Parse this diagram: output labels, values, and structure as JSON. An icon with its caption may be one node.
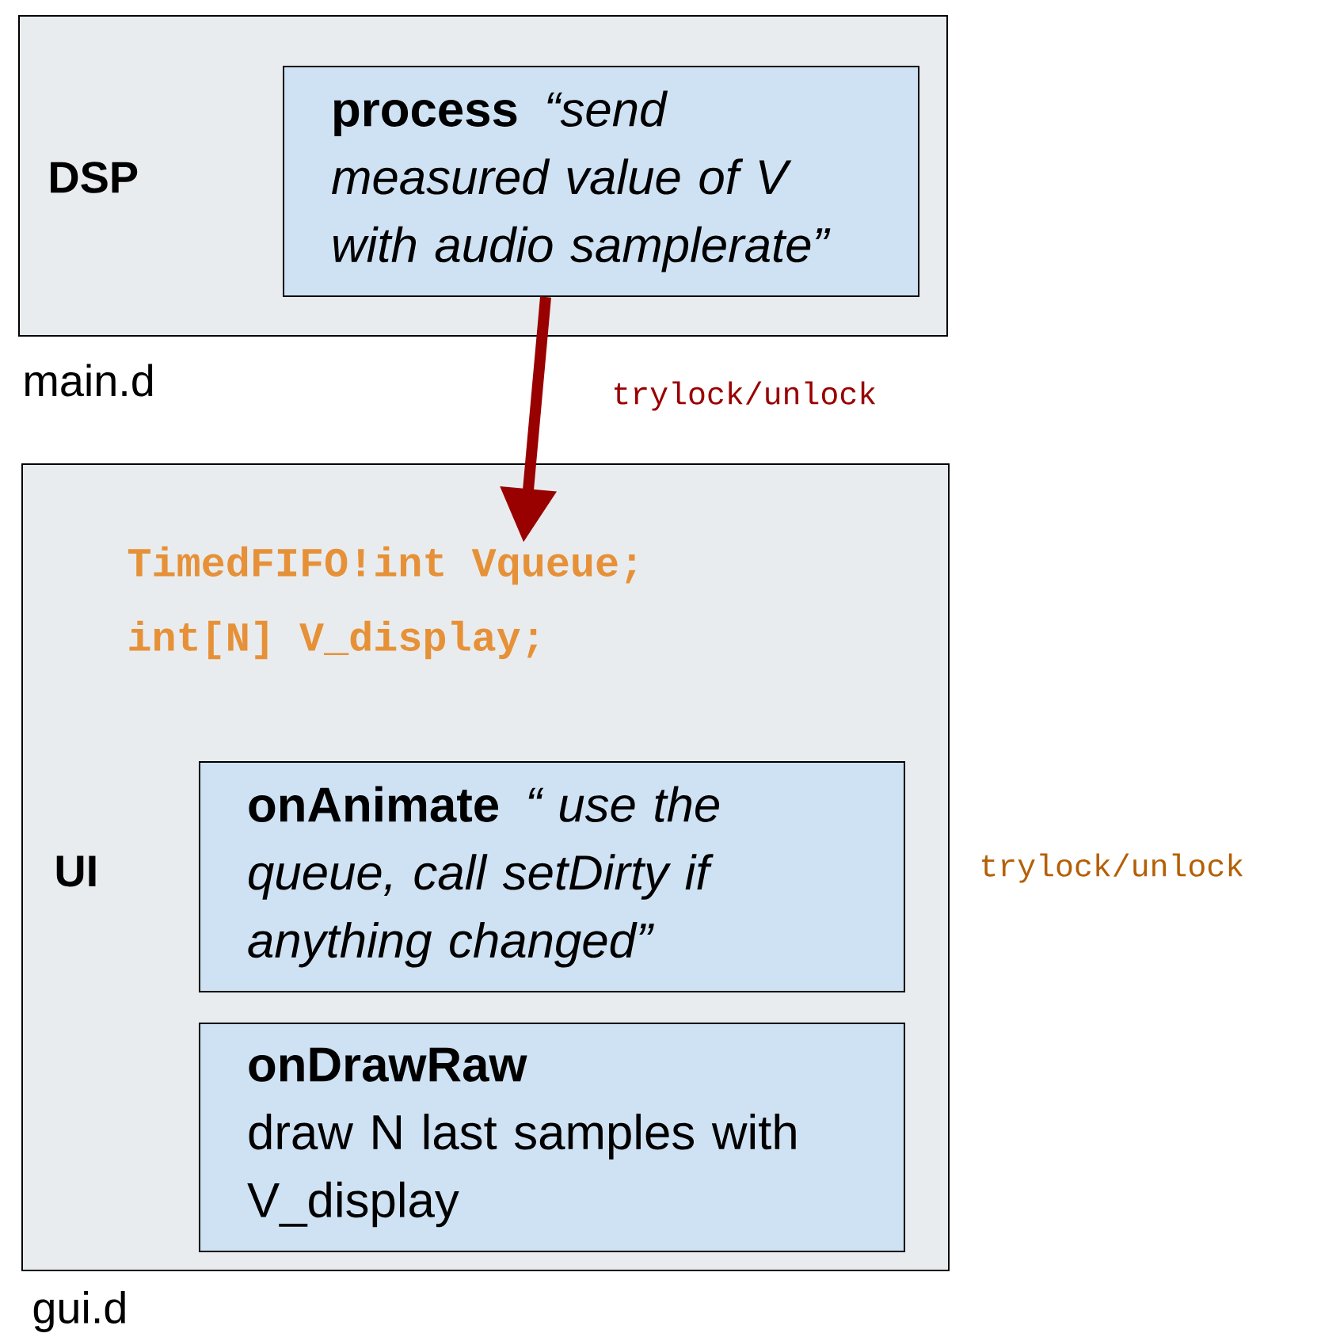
{
  "diagram": {
    "nodes": [
      {
        "text": [
          "DSP"
        ],
        "beside": [
          "main.d"
        ]
      },
      {
        "text": [
          "process",
          "“send measured value of V with audio samplerate”"
        ],
        "in": 0
      },
      {
        "text": [
          "UI"
        ],
        "beside": [
          "gui.d"
        ]
      },
      {
        "text": [
          "onAnimate",
          "“ use the queue, call setDirty if anything changed”"
        ],
        "in": 2
      },
      {
        "text": [
          "onDrawRaw",
          "draw N last samples with V_display"
        ],
        "in": 2
      }
    ],
    "edges": [
      {
        "from": 1,
        "to": 2,
        "arrow": "to",
        "label": "trylock/unlock",
        "color": "#990000"
      }
    ],
    "labels": [
      "TimedFIFO!int Vqueue;",
      "int[N] V_display;",
      "trylock/unlock"
    ]
  }
}
